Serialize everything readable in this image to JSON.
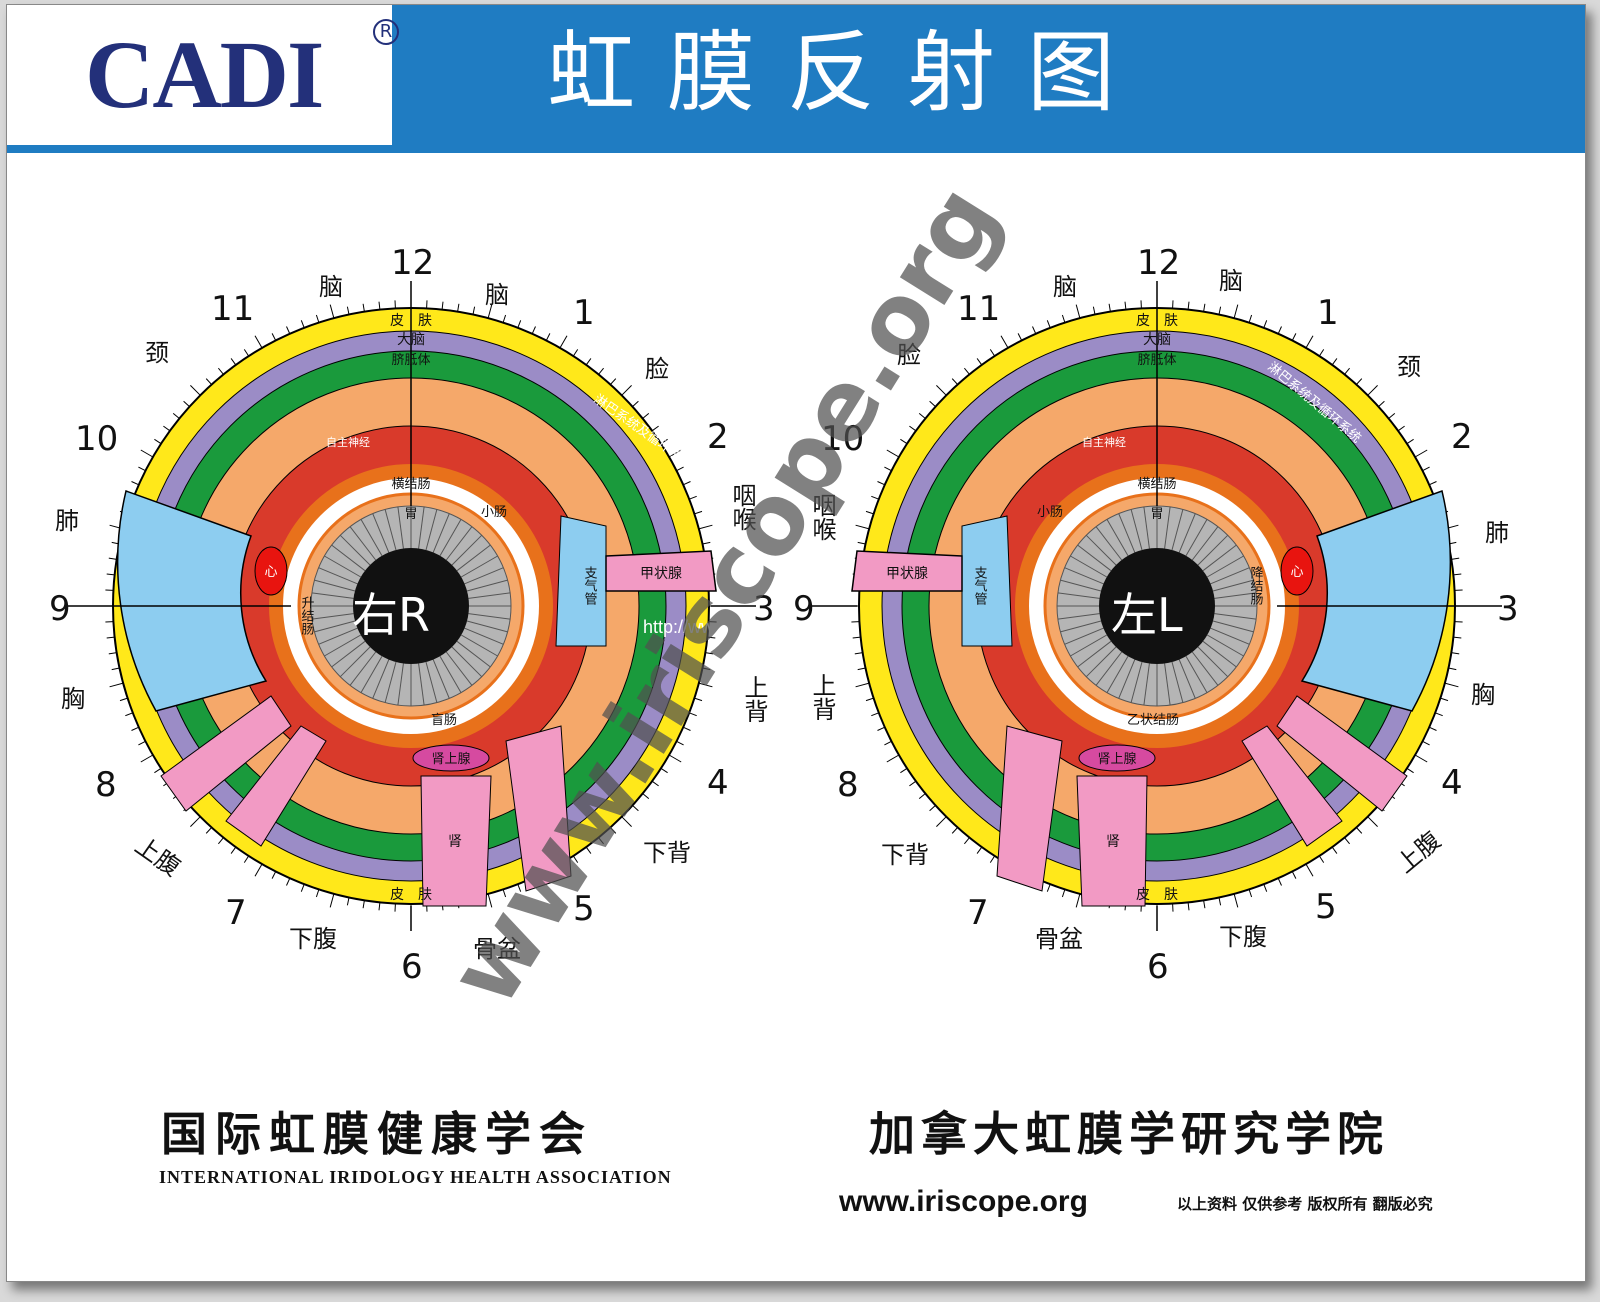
{
  "header": {
    "logo_text": "CADI",
    "registered_mark": "R",
    "title": "虹膜反射图"
  },
  "right_eye": {
    "center_label": "右R",
    "clock_numbers": [
      "12",
      "1",
      "2",
      "3",
      "4",
      "5",
      "6",
      "7",
      "8",
      "9",
      "10",
      "11"
    ],
    "regions": {
      "brain_left": "脑",
      "brain_right": "脑",
      "neck": "颈",
      "face": "脸",
      "lung": "肺",
      "throat": "咽喉",
      "chest": "胸",
      "upper_back": "上背",
      "lower_back": "下背",
      "upper_abdomen": "上腹",
      "lower_abdomen": "下腹",
      "pelvis": "骨盆"
    },
    "ring_labels": {
      "skin_top": "皮　肤",
      "skin_bottom": "皮　肤",
      "lymph": "淋巴系统及循环系统",
      "cerebrum": "大脑",
      "pineal": "脐胝体",
      "thyroid": "甲状腺",
      "heart": "心",
      "adrenal": "肾上腺",
      "kidney": "肾",
      "stomach": "胃",
      "transverse_colon": "横结肠",
      "ascending_colon": "升结肠",
      "small_intestine": "小肠",
      "appendix": "盲肠",
      "bronchus": "支气管",
      "autonomic": "自主神经"
    }
  },
  "left_eye": {
    "center_label": "左L",
    "clock_numbers": [
      "12",
      "1",
      "2",
      "3",
      "4",
      "5",
      "6",
      "7",
      "8",
      "9",
      "10",
      "11"
    ],
    "regions": {
      "brain_left": "脑",
      "brain_right": "脑",
      "face": "脸",
      "neck": "颈",
      "throat": "咽喉",
      "lung": "肺",
      "chest": "胸",
      "upper_back": "上背",
      "lower_back": "下背",
      "upper_abdomen": "上腹",
      "lower_abdomen": "下腹",
      "pelvis": "骨盆"
    },
    "ring_labels": {
      "skin_top": "皮　肤",
      "skin_bottom": "皮　肤",
      "lymph": "淋巴系统及循环系统",
      "cerebrum": "大脑",
      "pineal": "脐胝体",
      "thyroid": "甲状腺",
      "heart": "心",
      "adrenal": "肾上腺",
      "kidney": "肾",
      "stomach": "胃",
      "transverse_colon": "横结肠",
      "descending_colon": "降结肠",
      "small_intestine": "小肠",
      "sigmoid": "乙状结肠",
      "bronchus": "支气管",
      "autonomic": "自主神经"
    }
  },
  "overlay": {
    "url_text": "http://www.iriscope.org",
    "watermark": "www.iriscope.org"
  },
  "footer": {
    "left_cn": "国际虹膜健康学会",
    "left_en": "INTERNATIONAL IRIDOLOGY HEALTH ASSOCIATION",
    "right_cn": "加拿大虹膜学研究学院",
    "url": "www.iriscope.org",
    "copyright": "以上资料 仅供参考 版权所有 翻版必究"
  },
  "colors": {
    "banner": "#1f7cc2",
    "skin_ring": "#ffe81a",
    "lymph_ring": "#9b8cc6",
    "green_ring": "#1a9a3c",
    "orange_ring": "#f5a86a",
    "red_ring": "#d93a2b",
    "blue_sector": "#8dcdf0",
    "pink_sector": "#f29ac4",
    "iris_gray": "#a9a9a9",
    "pupil": "#111111"
  }
}
